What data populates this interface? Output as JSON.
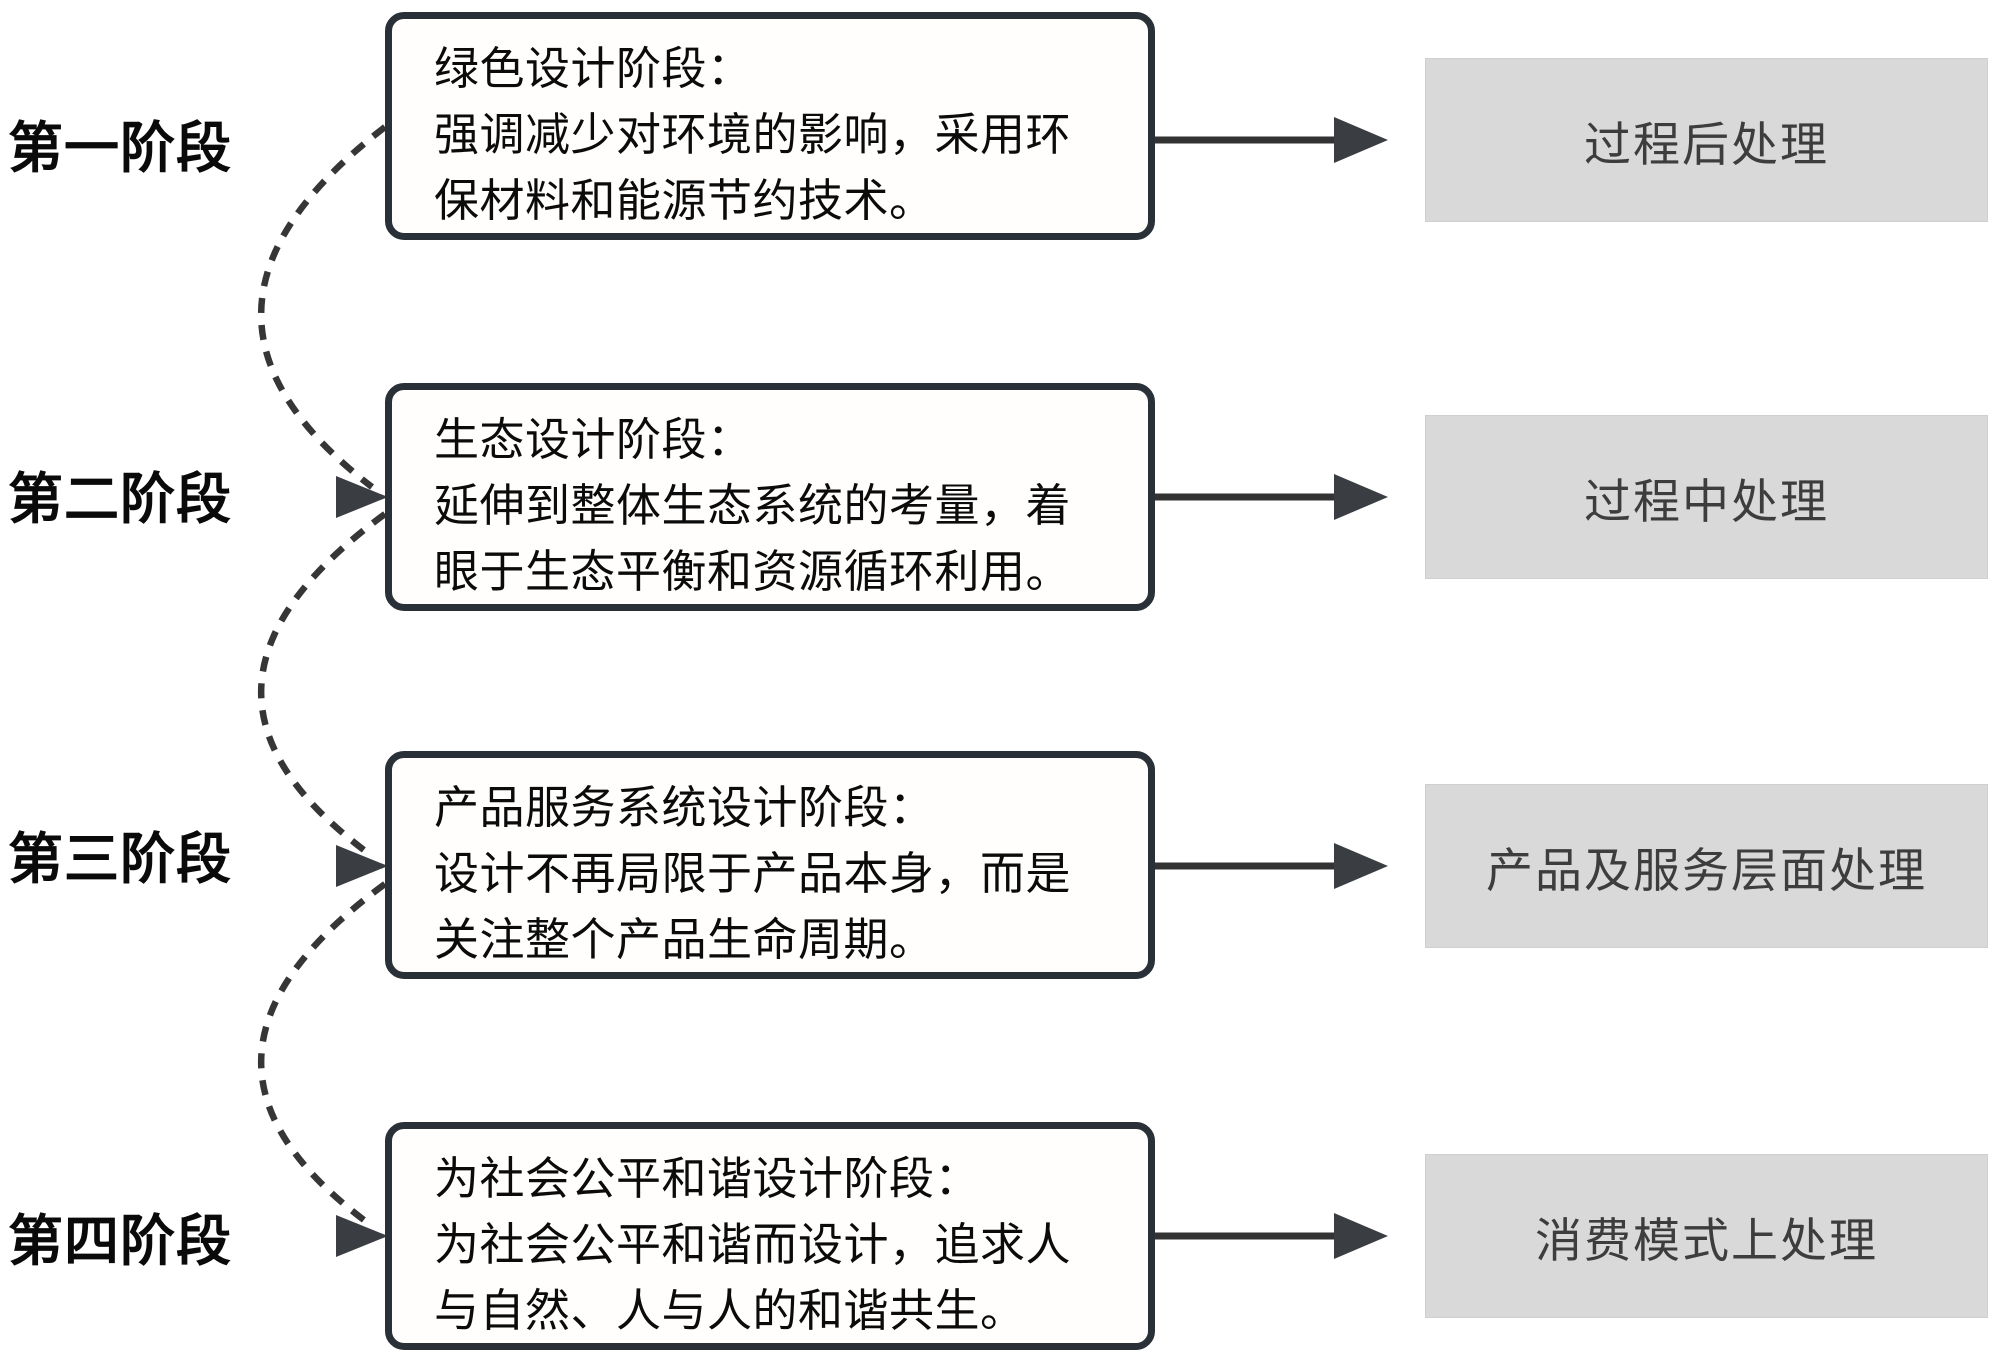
{
  "diagram": {
    "type": "staged-flowchart",
    "language": "zh-CN",
    "colors": {
      "card_border": "#2a3038",
      "card_background": "#fffefc",
      "connector": "#363636",
      "output_background": "#d9d9d9",
      "output_text": "#3d3d3d",
      "text": "#0b0b0b"
    },
    "stages": [
      {
        "label": "第一阶段",
        "title": "绿色设计阶段：",
        "lines": [
          "强调减少对环境的影响，采用环",
          "保材料和能源节约技术。"
        ],
        "output": "过程后处理"
      },
      {
        "label": "第二阶段",
        "title": "生态设计阶段：",
        "lines": [
          "延伸到整体生态系统的考量，着",
          "眼于生态平衡和资源循环利用。"
        ],
        "output": "过程中处理"
      },
      {
        "label": "第三阶段",
        "title": "产品服务系统设计阶段：",
        "lines": [
          "设计不再局限于产品本身，而是",
          "关注整个产品生命周期。"
        ],
        "output": "产品及服务层面处理"
      },
      {
        "label": "第四阶段",
        "title": "为社会公平和谐设计阶段：",
        "lines": [
          "为社会公平和谐而设计，追求人",
          "与自然、人与人的和谐共生。"
        ],
        "output": "消费模式上处理"
      }
    ]
  }
}
